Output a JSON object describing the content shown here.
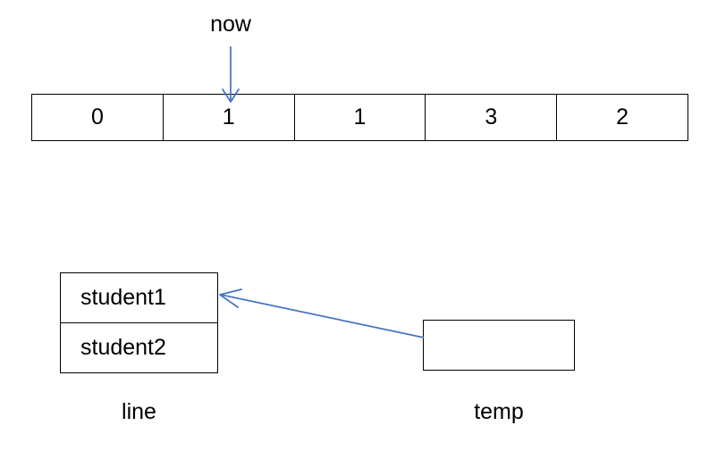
{
  "diagram": {
    "title": "array-and-struct-diagram",
    "arrow_color": "#4472C4",
    "border_color": "#000000",
    "background": "#ffffff",
    "array": {
      "label": "now",
      "pointer_index": 1,
      "cells": [
        "0",
        "1",
        "1",
        "3",
        "2"
      ]
    },
    "structs": [
      {
        "name": "line",
        "caption": "line",
        "fields": [
          "student1",
          "student2"
        ]
      },
      {
        "name": "temp",
        "caption": "temp",
        "fields": [
          ""
        ]
      }
    ],
    "arrows": [
      {
        "name": "now-pointer-arrow",
        "from": "now-label",
        "to": "array-cell-1"
      },
      {
        "name": "temp-to-line-arrow",
        "from": "temp-box",
        "to": "line-student1-cell"
      }
    ]
  }
}
